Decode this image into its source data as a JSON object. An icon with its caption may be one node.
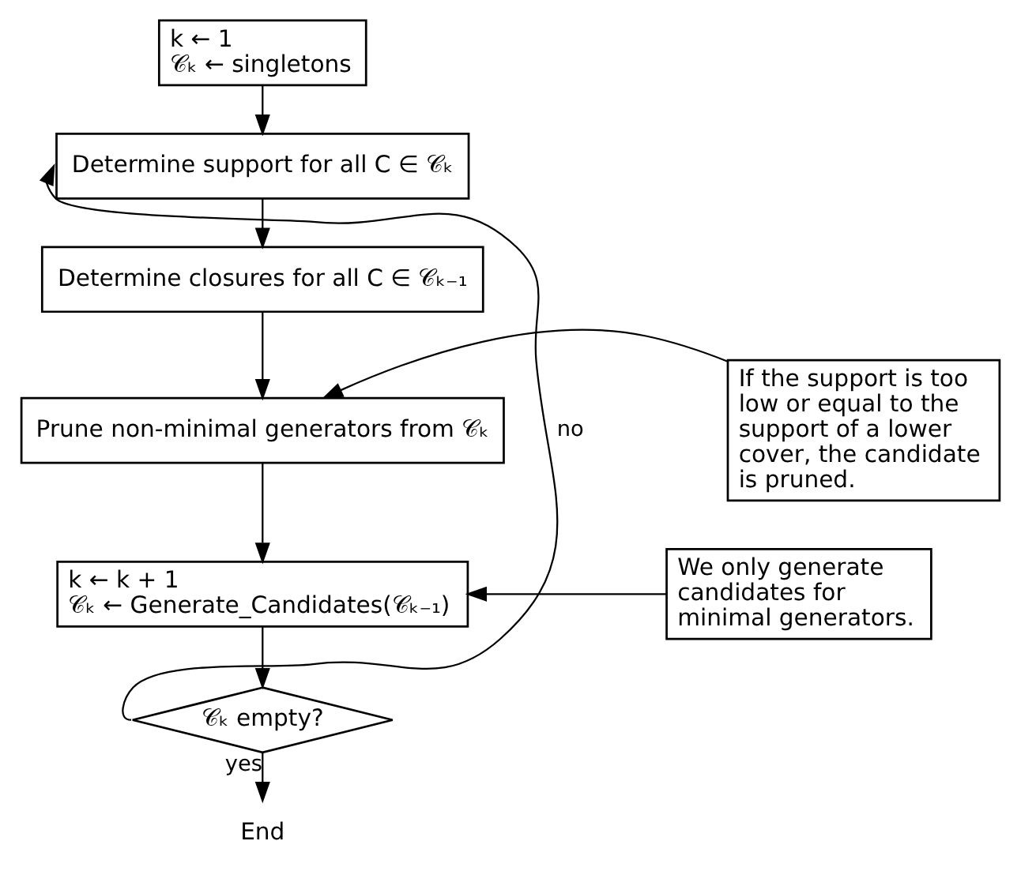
{
  "diagram": {
    "nodes": [
      {
        "text": [
          "k ← 1",
          "𝒞ₖ ← singletons"
        ]
      },
      {
        "text": [
          "Determine support for all C ∈ 𝒞ₖ"
        ]
      },
      {
        "text": [
          "Determine closures for all C ∈ 𝒞ₖ₋₁"
        ]
      },
      {
        "text": [
          "Prune non-minimal generators from 𝒞ₖ"
        ]
      },
      {
        "text": [
          "k ← k + 1",
          "𝒞ₖ ← Generate_Candidates(𝒞ₖ₋₁)"
        ]
      },
      {
        "text": [
          "𝒞ₖ empty?"
        ]
      },
      {
        "text": [
          "End"
        ]
      },
      {
        "text": [
          "If the support is too low or equal to the support of a lower cover, the candidate is pruned."
        ]
      },
      {
        "text": [
          "We only generate candidates for minimal generators."
        ]
      }
    ],
    "edges": [
      {
        "from": 0,
        "to": 1,
        "arrow": "to"
      },
      {
        "from": 1,
        "to": 2,
        "arrow": "to"
      },
      {
        "from": 2,
        "to": 3,
        "arrow": "to"
      },
      {
        "from": 3,
        "to": 4,
        "arrow": "to"
      },
      {
        "from": 4,
        "to": 5,
        "arrow": "to"
      },
      {
        "from": 5,
        "to": 1,
        "arrow": "to",
        "label": "no"
      },
      {
        "from": 5,
        "to": 6,
        "arrow": "to",
        "label": "yes"
      },
      {
        "from": 7,
        "to": 3,
        "arrow": "to"
      },
      {
        "from": 8,
        "to": 4,
        "arrow": "to"
      }
    ]
  }
}
